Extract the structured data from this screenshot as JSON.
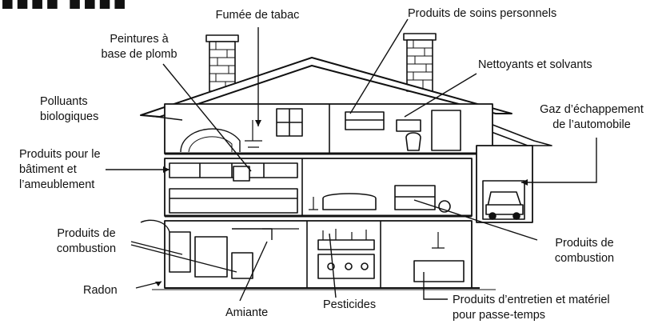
{
  "labels": {
    "fumee": [
      "Fumée de tabac"
    ],
    "soins": [
      "Produits de soins personnels"
    ],
    "peintures": [
      "Peintures à",
      "base de plomb"
    ],
    "nettoyants": [
      "Nettoyants et solvants"
    ],
    "polluants": [
      "Polluants",
      "biologiques"
    ],
    "gaz": [
      "Gaz d’échappement",
      "de l’automobile"
    ],
    "batiment": [
      "Produits pour le",
      "bâtiment et",
      "l’ameublement"
    ],
    "combustion_left": [
      "Produits de",
      "combustion"
    ],
    "combustion_right": [
      "Produits de",
      "combustion"
    ],
    "radon": [
      "Radon"
    ],
    "amiante": [
      "Amiante"
    ],
    "pesticides": [
      "Pesticides"
    ],
    "entretien": [
      "Produits d’entretien et matériel",
      "pour passe-temps"
    ]
  },
  "colors": {
    "ink": "#111111",
    "background": "#ffffff"
  }
}
